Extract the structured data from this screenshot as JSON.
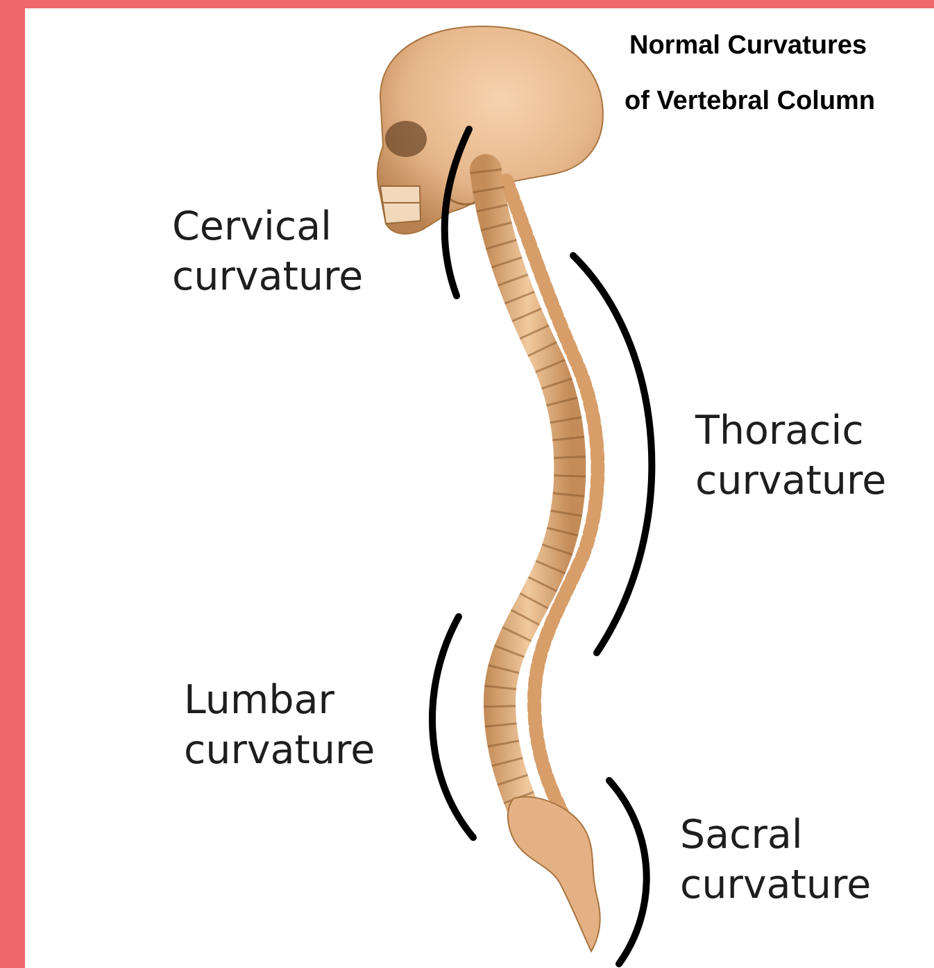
{
  "title": {
    "line1": "Normal Curvatures",
    "line2": "of Vertebral Column"
  },
  "labels": {
    "cervical": {
      "line1": "Cervical",
      "line2": "curvature"
    },
    "thoracic": {
      "line1": "Thoracic",
      "line2": "curvature"
    },
    "lumbar": {
      "line1": "Lumbar",
      "line2": "curvature"
    },
    "sacral": {
      "line1": "Sacral",
      "line2": "curvature"
    }
  },
  "colors": {
    "border": "#f0686b",
    "bone": "#e8b98a",
    "bone_shadow": "#b9814f",
    "bracket": "#000000"
  },
  "icons": [
    "skull",
    "vertebral-column",
    "sacrum-coccyx"
  ]
}
